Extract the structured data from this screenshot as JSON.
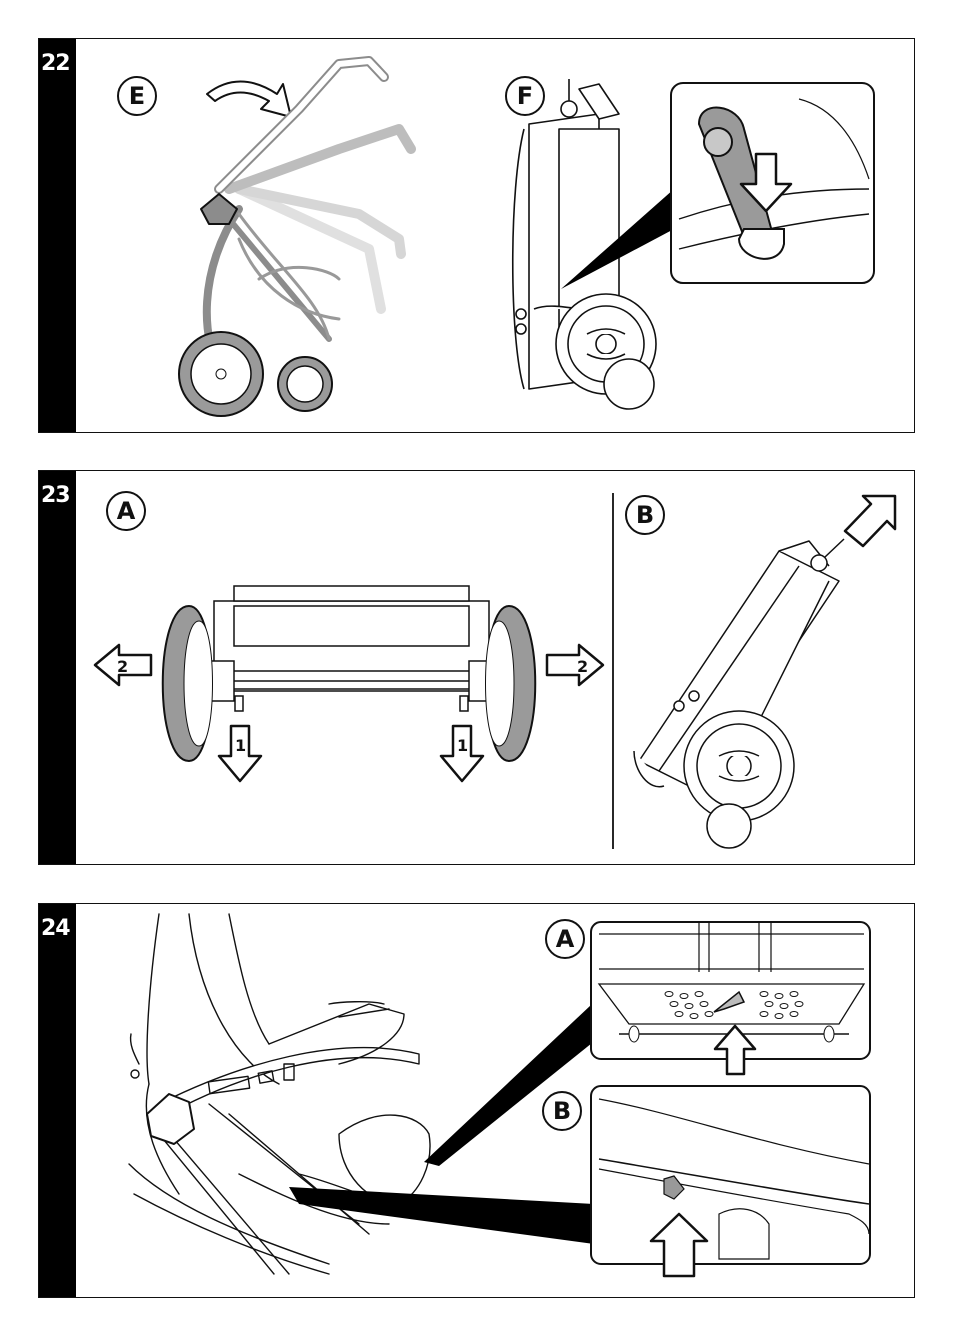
{
  "steps": [
    {
      "number": "22",
      "labels": {
        "left": "E",
        "right": "F"
      }
    },
    {
      "number": "23",
      "labels": {
        "left": "A",
        "right": "B"
      },
      "arrows": {
        "push": "2",
        "pull": "1"
      }
    },
    {
      "number": "24",
      "labels": {
        "top": "A",
        "bottom": "B"
      }
    }
  ],
  "colors": {
    "strip": "#000000",
    "line": "#1a1a1a",
    "fill_gray": "#9a9a9a",
    "fill_light": "#d4d4d4"
  }
}
